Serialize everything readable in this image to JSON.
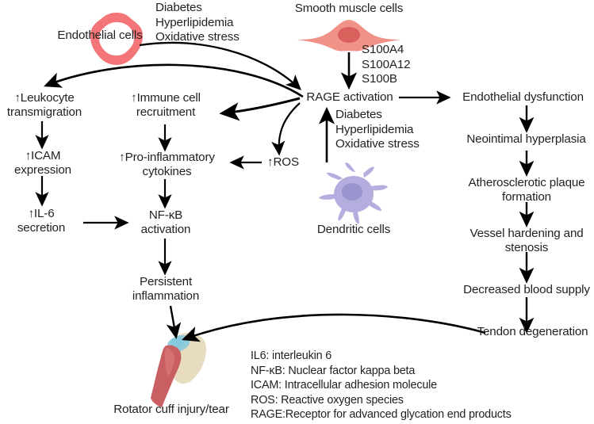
{
  "diagram": {
    "title": "RAGE activation pathway in rotator cuff injury",
    "colors": {
      "text": "#231f20",
      "arrow": "#000000",
      "endothelial_ring": "#f2696b",
      "smooth_muscle": "#f09287",
      "smooth_muscle_nucleus": "#d8615c",
      "dendritic_cell": "#b3aedd",
      "dendritic_nucleus": "#9a94cf",
      "tendon_muscle": "#c95f63",
      "bone": "#e8dcc0",
      "cartilage": "#7fc8dd"
    },
    "cells": [
      {
        "name": "endothelial-cells",
        "label": "Endothelial cells"
      },
      {
        "name": "smooth-muscle-cells",
        "label": "Smooth muscle cells"
      },
      {
        "name": "dendritic-cells",
        "label": "Dendritic cells"
      },
      {
        "name": "rotator-cuff",
        "label": "Rotator cuff injury/tear"
      }
    ],
    "risk_factors_top": "Diabetes\nHyperlipidemia\nOxidative stress",
    "risk_factors_rage": "Diabetes\nHyperlipidemia\nOxidative stress",
    "s100_ligands": "S100A4\nS100A12\nS100B",
    "nodes": {
      "leukocyte_transmigration": "↑Leukocyte\ntransmigration",
      "icam_expression": "↑ICAM\nexpression",
      "il6_secretion": "↑IL-6\nsecretion",
      "immune_cell_recruitment": "↑Immune cell\nrecruitment",
      "pro_inflammatory_cytokines": "↑Pro-inflammatory\ncytokines",
      "nfkb_activation": "NF-κB\nactivation",
      "persistent_inflammation": "Persistent\ninflammation",
      "ros": "↑ROS",
      "rage_activation": "RAGE activation",
      "endothelial_dysfunction": "Endothelial dysfunction",
      "neointimal_hyperplasia": "Neointimal hyperplasia",
      "atherosclerotic_plaque": "Atherosclerotic plaque\nformation",
      "vessel_hardening": "Vessel hardening and\nstenosis",
      "decreased_blood_supply": "Decreased blood supply",
      "tendon_degeneration": "Tendon degeneration"
    },
    "legend": {
      "lines": "IL6: interleukin 6\nNF-κB: Nuclear factor kappa beta\nICAM: Intracellular adhesion molecule\nROS: Reactive oxygen species\nRAGE:Receptor for advanced glycation end products"
    }
  }
}
